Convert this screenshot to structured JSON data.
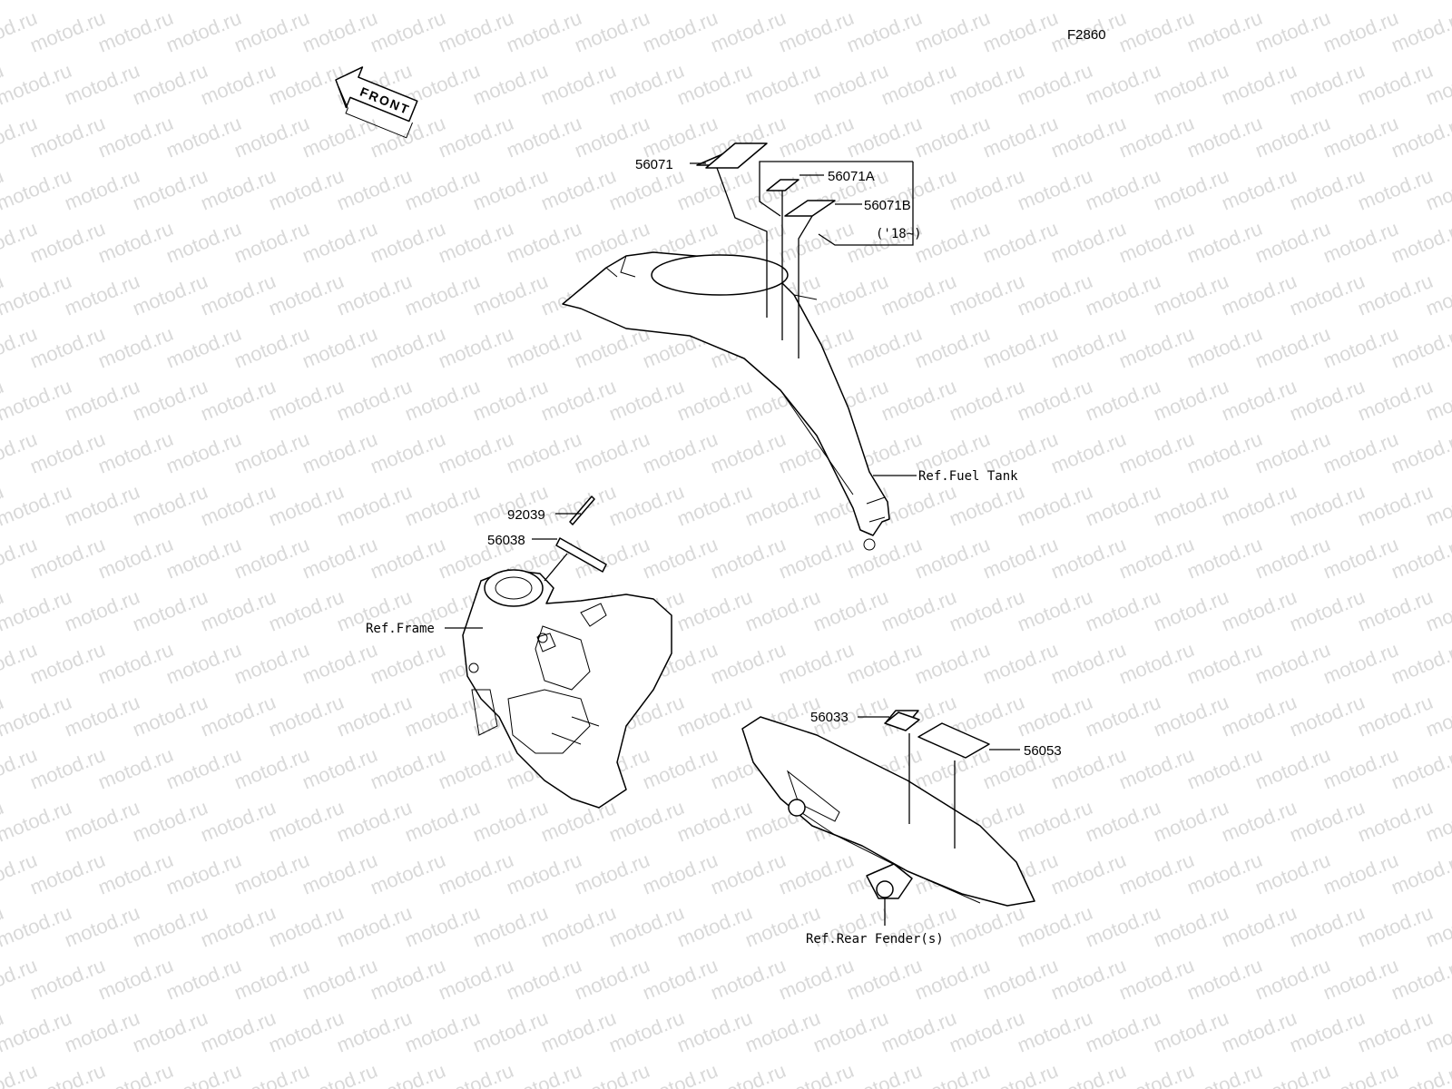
{
  "figure_code": "F2860",
  "front_arrow": "FRONT",
  "watermark": "motod.ru",
  "parts": [
    {
      "id": "p56071",
      "number": "56071"
    },
    {
      "id": "p56071A",
      "number": "56071A"
    },
    {
      "id": "p56071B",
      "number": "56071B"
    },
    {
      "id": "p92039",
      "number": "92039"
    },
    {
      "id": "p56038",
      "number": "56038"
    },
    {
      "id": "p56033",
      "number": "56033"
    },
    {
      "id": "p56053",
      "number": "56053"
    }
  ],
  "notes": {
    "year_range": "('18~)"
  },
  "references": {
    "fuel_tank": "Ref.Fuel Tank",
    "frame": "Ref.Frame",
    "rear_fender": "Ref.Rear Fender(s)"
  },
  "colors": {
    "line": "#000000",
    "watermark": "#d9d9d9",
    "background": "#ffffff"
  }
}
